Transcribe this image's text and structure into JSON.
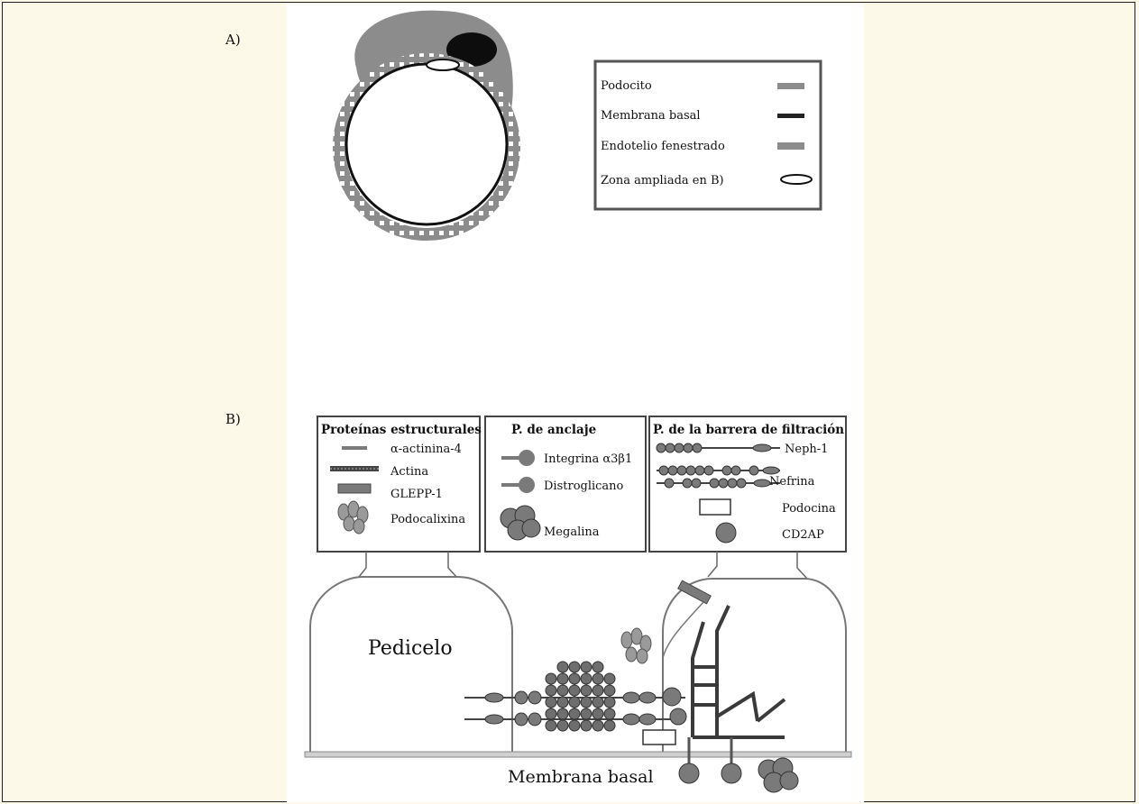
{
  "panel_a": {
    "label": "A)",
    "legend": [
      {
        "text": "Podocito",
        "swatch": "#8c8c8c"
      },
      {
        "text": "Membrana basal",
        "swatch": "#222222"
      },
      {
        "text": "Endotelio fenestrado",
        "swatch": "#8c8c8c"
      },
      {
        "text": "Zona ampliada en B)",
        "swatch": "ellipse"
      }
    ]
  },
  "panel_b": {
    "label": "B)",
    "boxes": [
      {
        "title": "Proteínas estructurales",
        "items": [
          "α-actinina-4",
          "Actina",
          "GLEPP-1",
          "Podocalixina"
        ]
      },
      {
        "title": "P. de anclaje",
        "items": [
          "Integrina α3β1",
          "Distroglicano",
          "Megalina"
        ]
      },
      {
        "title": "P. de la barrera de filtración",
        "items": [
          "Neph-1",
          "Nefrina",
          "Podocina",
          "CD2AP"
        ]
      }
    ],
    "pedicel_label": "Pedicelo",
    "membrane_label": "Membrana basal"
  },
  "colors": {
    "background": "#fdf9e8",
    "figure_background": "#ffffff",
    "protein_grey": "#7a7a7a",
    "dark": "#222222"
  }
}
